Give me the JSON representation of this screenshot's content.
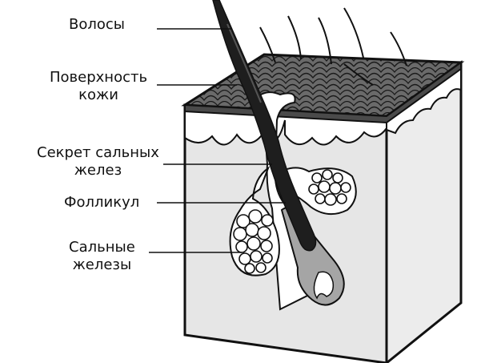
{
  "labels": {
    "hair": [
      "Волосы"
    ],
    "skin_surface": [
      "Поверхность",
      "кожи"
    ],
    "sebum": [
      "Секрет сальных",
      "желез"
    ],
    "follicle": [
      "Фолликул"
    ],
    "sebaceous_glands": [
      "Сальные",
      "железы"
    ]
  }
}
